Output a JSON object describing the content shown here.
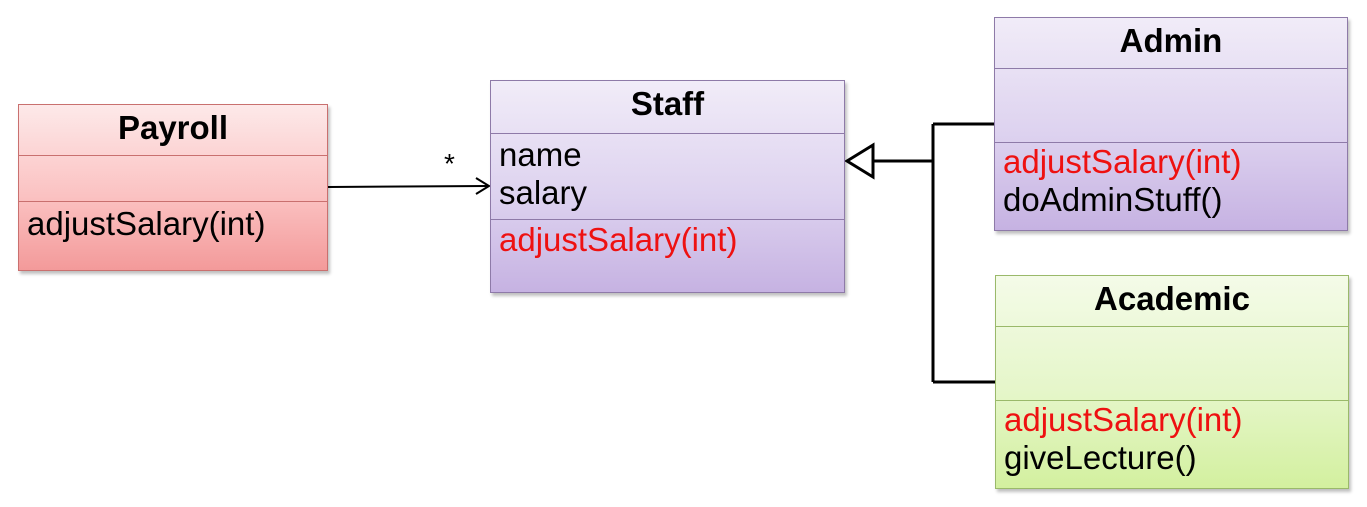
{
  "classes": {
    "payroll": {
      "name": "Payroll",
      "attributes": [],
      "methods": [
        {
          "text": "adjustSalary(int)",
          "highlight": false
        }
      ]
    },
    "staff": {
      "name": "Staff",
      "attributes": [
        "name",
        "salary"
      ],
      "methods": [
        {
          "text": "adjustSalary(int)",
          "highlight": true
        }
      ]
    },
    "admin": {
      "name": "Admin",
      "attributes": [],
      "methods": [
        {
          "text": "adjustSalary(int)",
          "highlight": true
        },
        {
          "text": "doAdminStuff()",
          "highlight": false
        }
      ]
    },
    "academic": {
      "name": "Academic",
      "attributes": [],
      "methods": [
        {
          "text": "adjustSalary(int)",
          "highlight": true
        },
        {
          "text": "giveLecture()",
          "highlight": false
        }
      ]
    }
  },
  "relationships": {
    "association": {
      "from": "Payroll",
      "to": "Staff",
      "multiplicity": "*"
    },
    "inheritance": {
      "children": [
        "Admin",
        "Academic"
      ],
      "parent": "Staff"
    }
  },
  "colors": {
    "highlight_text": "#ee1111",
    "payroll_fill": "#fbc2c2",
    "staff_fill": "#ddd2ef",
    "admin_fill": "#ddd2ef",
    "academic_fill": "#e5f6c9"
  }
}
